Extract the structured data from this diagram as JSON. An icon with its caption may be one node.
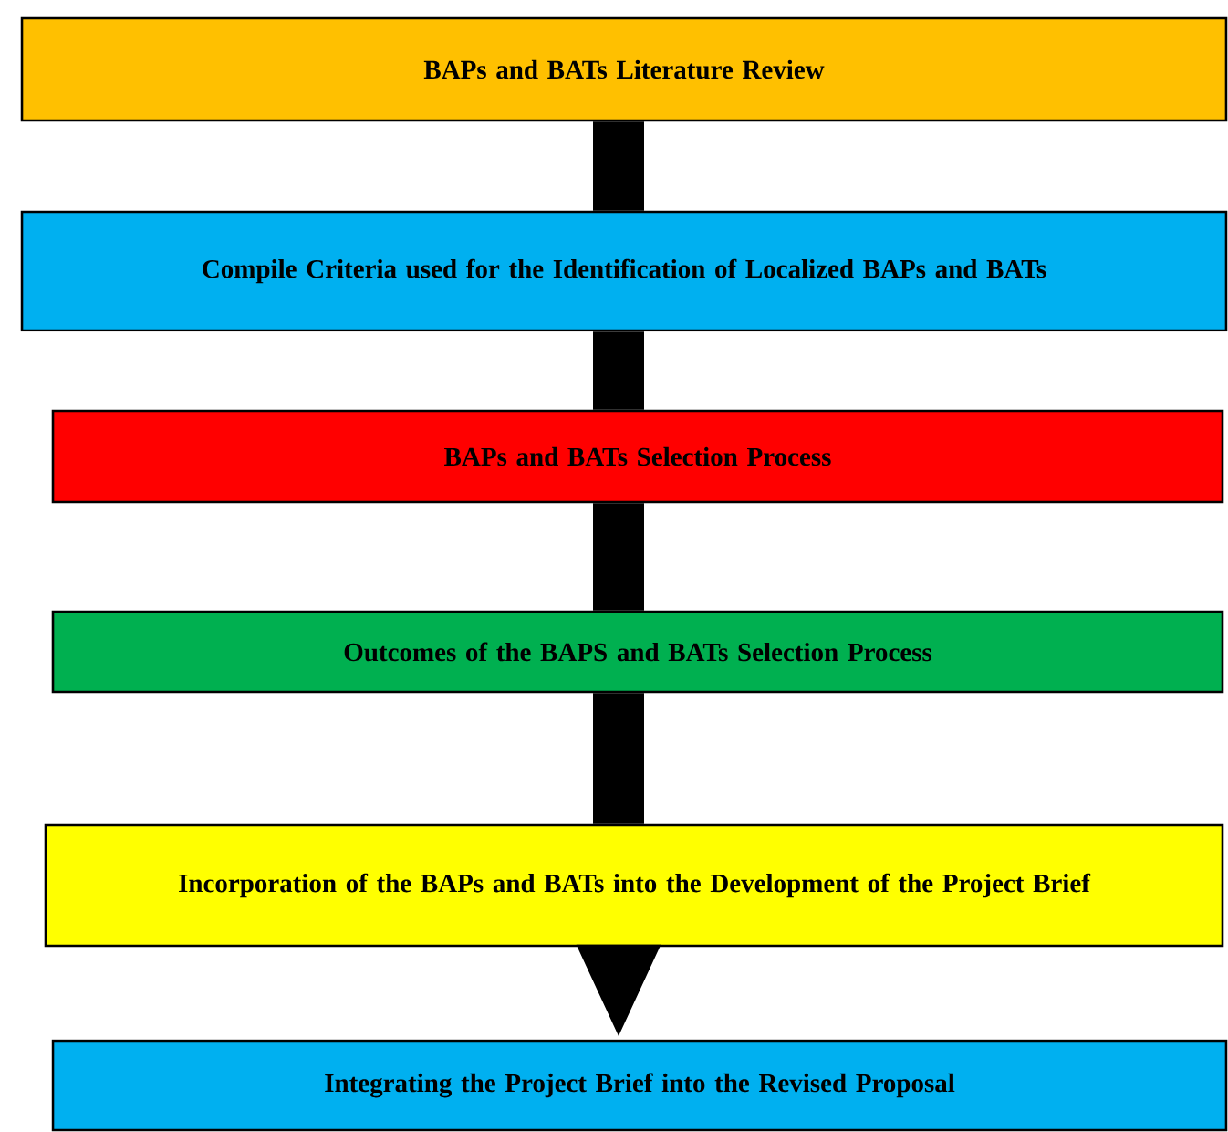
{
  "diagram": {
    "nodes": [
      {
        "text": [
          "BAPs and BATs Literature Review"
        ]
      },
      {
        "text": [
          "Compile Criteria used for the Identification of Localized BAPs and BATs"
        ]
      },
      {
        "text": [
          "BAPs and BATs Selection Process"
        ]
      },
      {
        "text": [
          "Outcomes of the BAPS and BATs Selection Process"
        ]
      },
      {
        "text": [
          "Incorporation of the BAPs and BATs into the Development of the Project Brief"
        ]
      },
      {
        "text": [
          "Integrating the Project Brief into the Revised Proposal"
        ]
      }
    ],
    "edges": [
      {
        "from": 0,
        "to": 1,
        "arrow": "none"
      },
      {
        "from": 1,
        "to": 2,
        "arrow": "none"
      },
      {
        "from": 2,
        "to": 3,
        "arrow": "none"
      },
      {
        "from": 3,
        "to": 4,
        "arrow": "none"
      },
      {
        "from": 4,
        "to": 5,
        "arrow": "to"
      }
    ]
  }
}
